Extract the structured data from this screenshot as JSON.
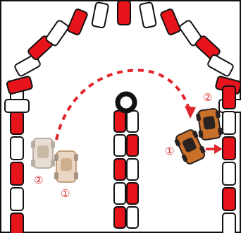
{
  "scene": {
    "colors": {
      "red": "#e8141c",
      "white": "#ffffff",
      "outline": "#111111",
      "path": "#e0252b",
      "kart_body": "#c9702a",
      "kart_dark": "#2a2220",
      "kart_ghost": "#d9c9b8"
    },
    "labels": {
      "left_rear": "②",
      "left_front": "①",
      "right_rear": "②",
      "right_front": "①"
    },
    "icons": [
      "kart-icon",
      "tire-icon",
      "arrow-icon"
    ]
  }
}
